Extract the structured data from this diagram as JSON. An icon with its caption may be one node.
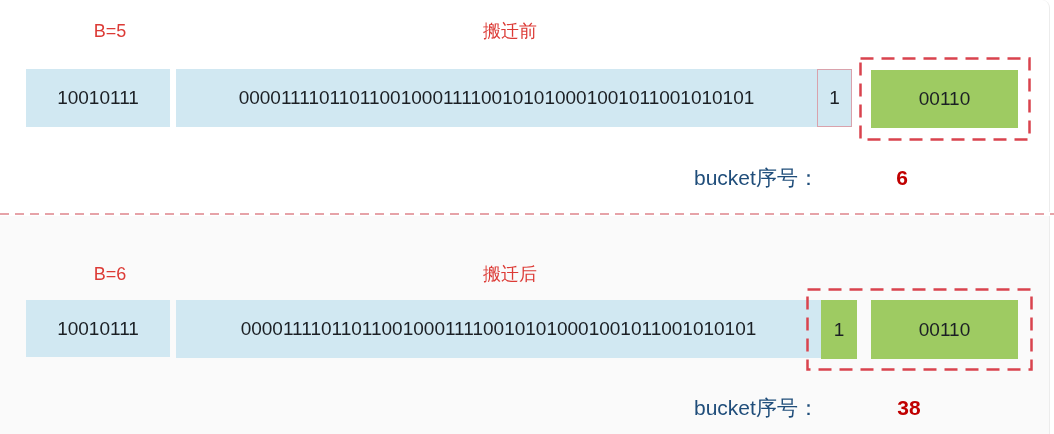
{
  "diagram": {
    "nodes": [
      {
        "text": [
          "10010111"
        ]
      },
      {
        "text": [
          "00001111011011001000111100101010001001011001010101"
        ]
      },
      {
        "text": [
          "1"
        ]
      },
      {
        "text": [],
        "shape": "box"
      },
      {
        "text": [
          "00110"
        ],
        "in": 3
      },
      {
        "text": [
          "10010111"
        ]
      },
      {
        "text": [
          "00001111011011001000111100101010001001011001010101"
        ]
      },
      {
        "text": [],
        "shape": "box"
      },
      {
        "text": [
          "1"
        ],
        "in": 7
      },
      {
        "text": [
          "00110"
        ],
        "in": 7
      }
    ],
    "labels": [
      "B=5",
      "搬迁前",
      "bucket序号：",
      "6",
      "B=6",
      "搬迁后",
      "bucket序号：",
      "38"
    ]
  }
}
